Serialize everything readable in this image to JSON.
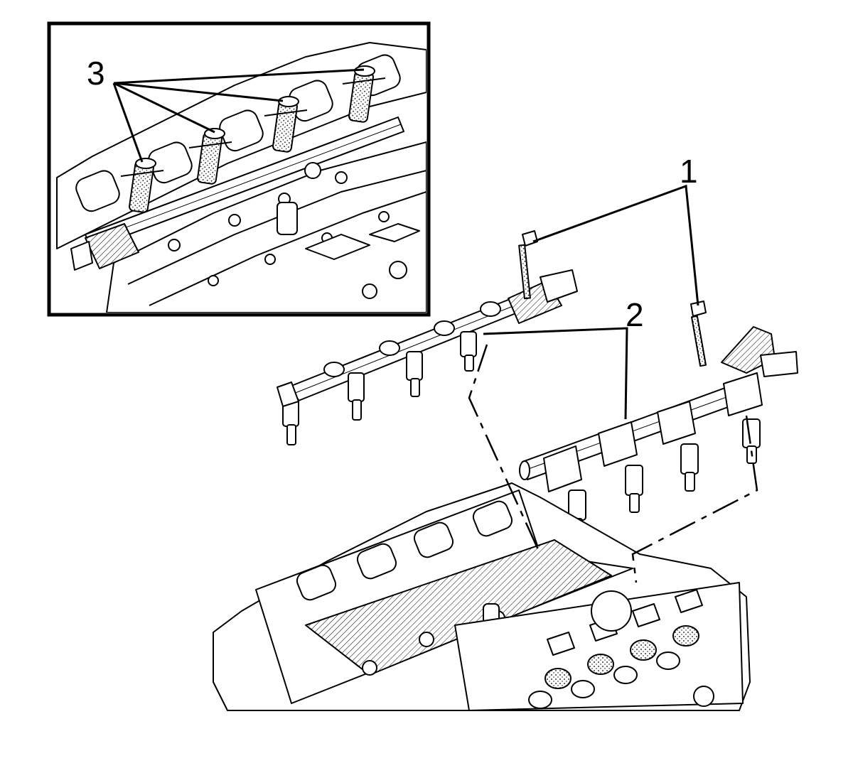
{
  "callouts": [
    {
      "id": "1",
      "label": "1"
    },
    {
      "id": "2",
      "label": "2"
    },
    {
      "id": "3",
      "label": "3"
    }
  ],
  "colors": {
    "ink": "#000000",
    "paper": "#ffffff",
    "shade": "#d8d8d8"
  }
}
